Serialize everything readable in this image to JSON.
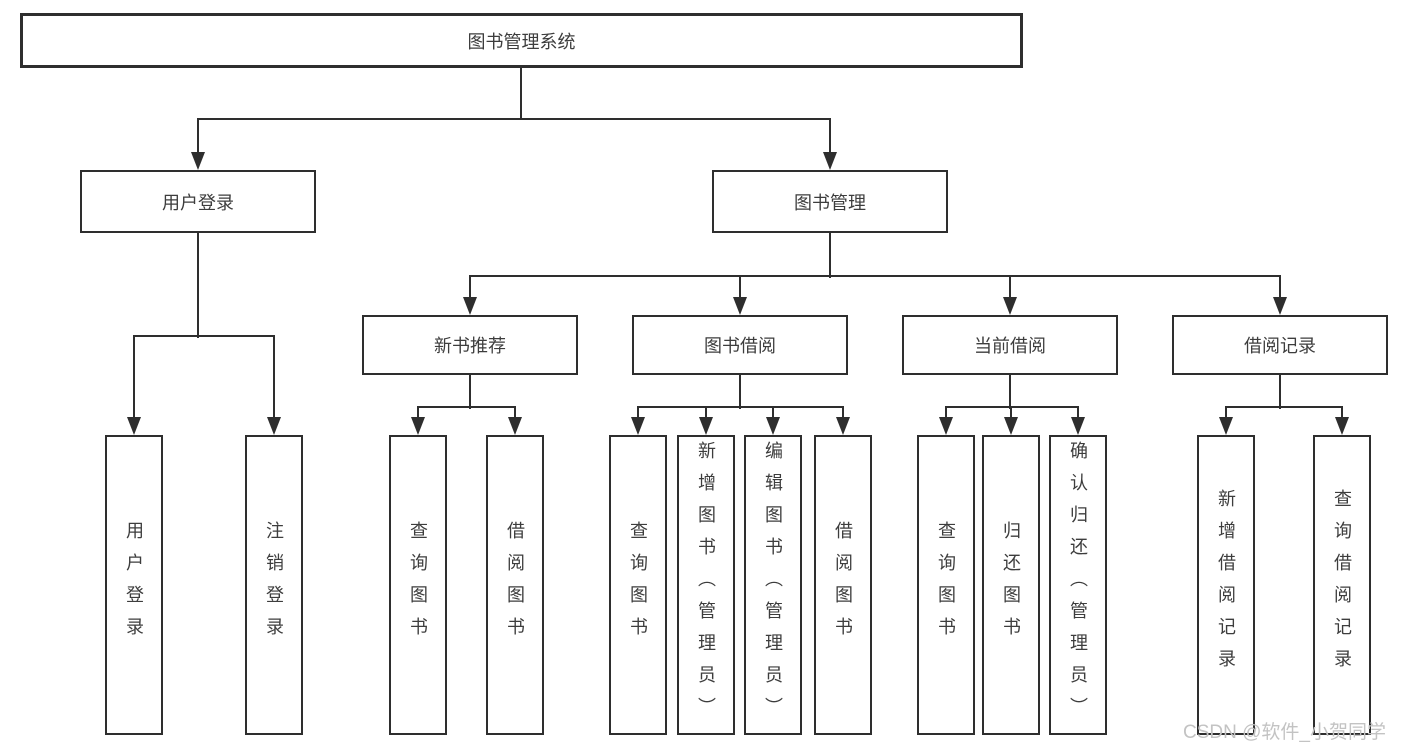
{
  "diagram": {
    "title": "图书管理系统",
    "branches": [
      {
        "label": "用户登录",
        "children": [
          {
            "label": "用户登录"
          },
          {
            "label": "注销登录"
          }
        ]
      },
      {
        "label": "图书管理",
        "children": [
          {
            "label": "新书推荐",
            "children": [
              {
                "label": "查询图书"
              },
              {
                "label": "借阅图书"
              }
            ]
          },
          {
            "label": "图书借阅",
            "children": [
              {
                "label": "查询图书"
              },
              {
                "label": "新增图书（管理员）"
              },
              {
                "label": "编辑图书（管理员）"
              },
              {
                "label": "借阅图书"
              }
            ]
          },
          {
            "label": "当前借阅",
            "children": [
              {
                "label": "查询图书"
              },
              {
                "label": "归还图书"
              },
              {
                "label": "确认归还（管理员）"
              }
            ]
          },
          {
            "label": "借阅记录",
            "children": [
              {
                "label": "新增借阅记录"
              },
              {
                "label": "查询借阅记录"
              }
            ]
          }
        ]
      }
    ]
  },
  "watermark": {
    "text": "CSDN @软件_小贺同学"
  },
  "colors": {
    "line": "#2e2e2e",
    "text": "#3d3d3d",
    "watermark": "#c3c3c3",
    "background": "#ffffff"
  }
}
